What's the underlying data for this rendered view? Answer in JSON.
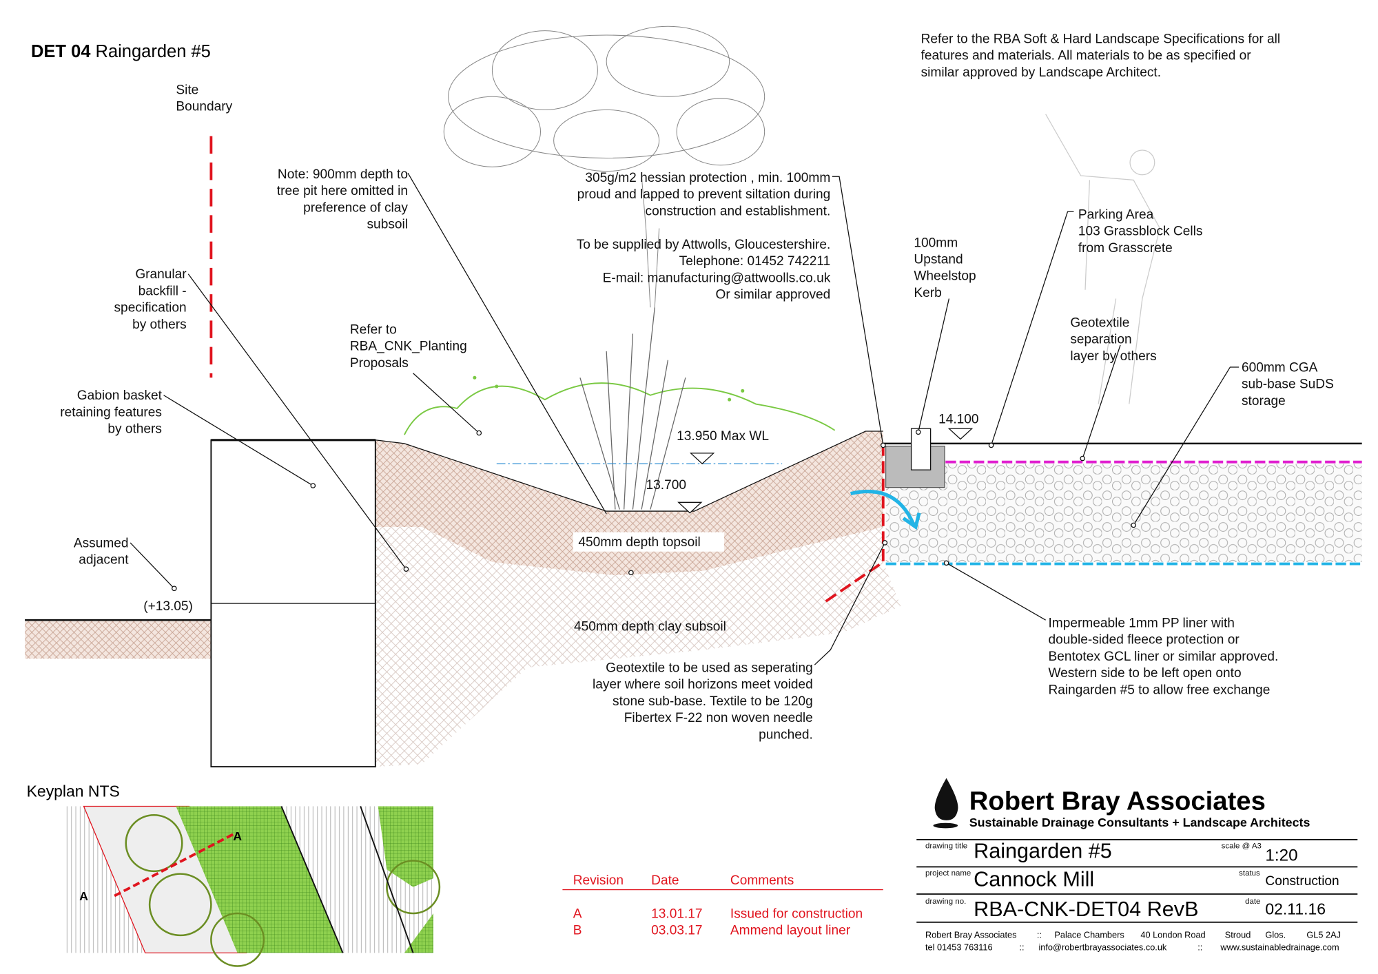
{
  "title": {
    "code": "DET 04",
    "name": " Raingarden #5"
  },
  "general_note": [
    "Refer to the RBA Soft & Hard Landscape Specifications for all",
    "features and materials. All materials to be as specified or",
    "similar approved by Landscape Architect."
  ],
  "labels": {
    "site_boundary": [
      "Site",
      "Boundary"
    ],
    "note_tree_pit": [
      "Note: 900mm depth to",
      "tree pit here omitted in",
      "preference of clay",
      "subsoil"
    ],
    "granular": [
      "Granular",
      "backfill -",
      "specification",
      "by others"
    ],
    "gabion": [
      "Gabion basket",
      "retaining features",
      "by others"
    ],
    "assumed": [
      "Assumed",
      "adjacent"
    ],
    "assumed_level": "(+13.05)",
    "planting": [
      "Refer to",
      "RBA_CNK_Planting",
      "Proposals"
    ],
    "hessian": [
      "305g/m2 hessian protection , min. 100mm",
      "proud and lapped to prevent siltation during",
      "construction and establishment."
    ],
    "supplier": [
      "To be supplied by Attwolls, Gloucestershire.",
      "Telephone: 01452 742211",
      "E-mail: manufacturing@attwoolls.co.uk",
      "Or similar approved"
    ],
    "kerb": [
      "100mm",
      "Upstand",
      "Wheelstop",
      "Kerb"
    ],
    "parking": [
      "Parking Area",
      "103 Grassblock Cells",
      "from Grasscrete"
    ],
    "geotextile_sep": [
      "Geotextile",
      "separation",
      "layer by others"
    ],
    "cga": [
      "600mm CGA",
      "sub-base SuDS",
      "storage"
    ],
    "level_14100": "14.100",
    "max_wl": "13.950 Max WL",
    "level_13700": "13.700",
    "topsoil": "450mm depth topsoil",
    "clay": "450mm depth clay subsoil",
    "geotextile_use": [
      "Geotextile to be used as seperating",
      "layer where soil horizons meet voided",
      "stone sub-base. Textile to be  120g",
      "Fibertex F-22 non woven needle",
      "punched."
    ],
    "liner": [
      "Impermeable 1mm PP liner with",
      "double-sided fleece protection or",
      "Bentotex GCL liner or similar approved.",
      "Western side to be left open onto",
      "Raingarden #5 to allow free exchange"
    ]
  },
  "keyplan": {
    "title": "Keyplan NTS",
    "section_marker": "A"
  },
  "revisions": {
    "headers": [
      "Revision",
      "Date",
      "Comments"
    ],
    "rows": [
      {
        "rev": "A",
        "date": "13.01.17",
        "comment": "Issued for construction"
      },
      {
        "rev": "B",
        "date": "03.03.17",
        "comment": "Ammend layout liner"
      }
    ]
  },
  "title_block": {
    "company": "Robert Bray Associates",
    "tagline": "Sustainable Drainage Consultants + Landscape Architects",
    "drawing_title_label": "drawing title",
    "drawing_title": "Raingarden #5",
    "scale_label": "scale @ A3",
    "scale": "1:20",
    "project_label": "project name",
    "project": "Cannock Mill",
    "status_label": "status",
    "status": "Construction",
    "drawing_no_label": "drawing no.",
    "drawing_no": "RBA-CNK-DET04 RevB",
    "date_label": "date",
    "date": "02.11.16",
    "address": [
      "Robert Bray Associates",
      "::",
      "Palace Chambers",
      "40 London Road",
      "Stroud",
      "Glos.",
      "GL5 2AJ"
    ],
    "contact": [
      "tel 01453 763116",
      "::",
      "info@robertbrayassociates.co.uk",
      "::",
      "www.sustainabledrainage.com"
    ]
  },
  "colors": {
    "red": "#e0141e",
    "magenta": "#e020d0",
    "cyan": "#22b4e6",
    "green": "#7ac943",
    "soil": "#e6cfc4"
  }
}
